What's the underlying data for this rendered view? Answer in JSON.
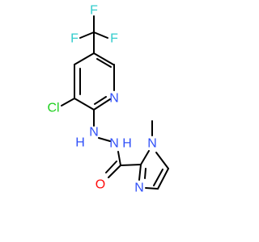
{
  "colors": {
    "bond": "#000000",
    "C": "#000000",
    "F": "#33cccc",
    "Cl": "#1fd01f",
    "N": "#3050f8",
    "O": "#ff0d0d"
  },
  "atoms": {
    "f_top": "F",
    "f_left": "F",
    "f_right": "F",
    "cl": "Cl",
    "n_pyridine": "N",
    "nh_1": "N",
    "h_1": "H",
    "nh_2": "N",
    "h_2": "H",
    "o": "O",
    "n_methyl": "N",
    "n_imidazole": "N"
  }
}
